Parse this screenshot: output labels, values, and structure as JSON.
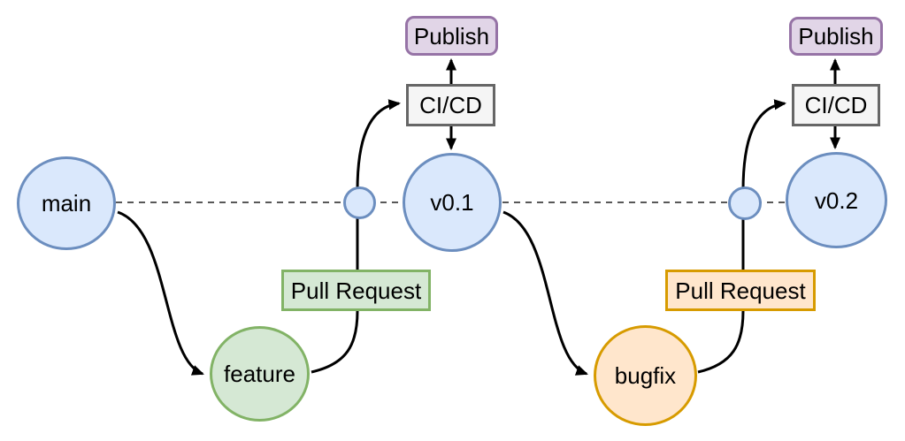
{
  "diagram": {
    "nodes": {
      "main": {
        "label": "main"
      },
      "feature": {
        "label": "feature"
      },
      "bugfix": {
        "label": "bugfix"
      },
      "v01": {
        "label": "v0.1"
      },
      "v02": {
        "label": "v0.2"
      },
      "publish_left": {
        "label": "Publish"
      },
      "publish_right": {
        "label": "Publish"
      },
      "cicd_left": {
        "label": "CI/CD"
      },
      "cicd_right": {
        "label": "CI/CD"
      },
      "pull_request_left": {
        "label": "Pull Request"
      },
      "pull_request_right": {
        "label": "Pull Request"
      }
    },
    "colors": {
      "blue_fill": "#dae8fc",
      "blue_stroke": "#6c8ebf",
      "green_fill": "#d5e8d4",
      "green_stroke": "#82b366",
      "orange_fill": "#ffe6cc",
      "orange_stroke": "#d79b00",
      "purple_fill": "#e1d5e7",
      "purple_stroke": "#9673a6",
      "gray_fill": "#f5f5f5",
      "gray_stroke": "#666666",
      "edge_stroke": "#000000",
      "dash_stroke": "#404040",
      "background": "#ffffff"
    }
  }
}
